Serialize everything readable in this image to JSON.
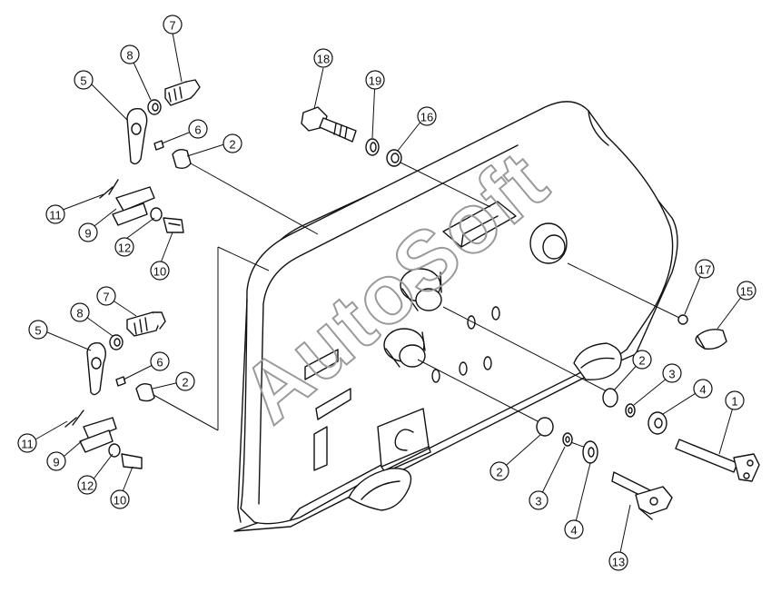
{
  "watermark": "AutoSoft",
  "parts": [
    {
      "id": "top-7",
      "num": "7"
    },
    {
      "id": "top-8",
      "num": "8"
    },
    {
      "id": "top-5",
      "num": "5"
    },
    {
      "id": "top-6",
      "num": "6"
    },
    {
      "id": "top-2",
      "num": "2"
    },
    {
      "id": "top-11",
      "num": "11"
    },
    {
      "id": "top-9",
      "num": "9"
    },
    {
      "id": "top-12",
      "num": "12"
    },
    {
      "id": "top-10",
      "num": "10"
    },
    {
      "id": "mid-18",
      "num": "18"
    },
    {
      "id": "mid-19",
      "num": "19"
    },
    {
      "id": "mid-16",
      "num": "16"
    },
    {
      "id": "low-7",
      "num": "7"
    },
    {
      "id": "low-8",
      "num": "8"
    },
    {
      "id": "low-5",
      "num": "5"
    },
    {
      "id": "low-6",
      "num": "6"
    },
    {
      "id": "low-2",
      "num": "2"
    },
    {
      "id": "low-11",
      "num": "11"
    },
    {
      "id": "low-9",
      "num": "9"
    },
    {
      "id": "low-12",
      "num": "12"
    },
    {
      "id": "low-10",
      "num": "10"
    },
    {
      "id": "right-17",
      "num": "17"
    },
    {
      "id": "right-15",
      "num": "15"
    },
    {
      "id": "right-2",
      "num": "2"
    },
    {
      "id": "right-3",
      "num": "3"
    },
    {
      "id": "right-4",
      "num": "4"
    },
    {
      "id": "right-1",
      "num": "1"
    },
    {
      "id": "bottom-2",
      "num": "2"
    },
    {
      "id": "bottom-3",
      "num": "3"
    },
    {
      "id": "bottom-4",
      "num": "4"
    },
    {
      "id": "bottom-13",
      "num": "13"
    }
  ]
}
